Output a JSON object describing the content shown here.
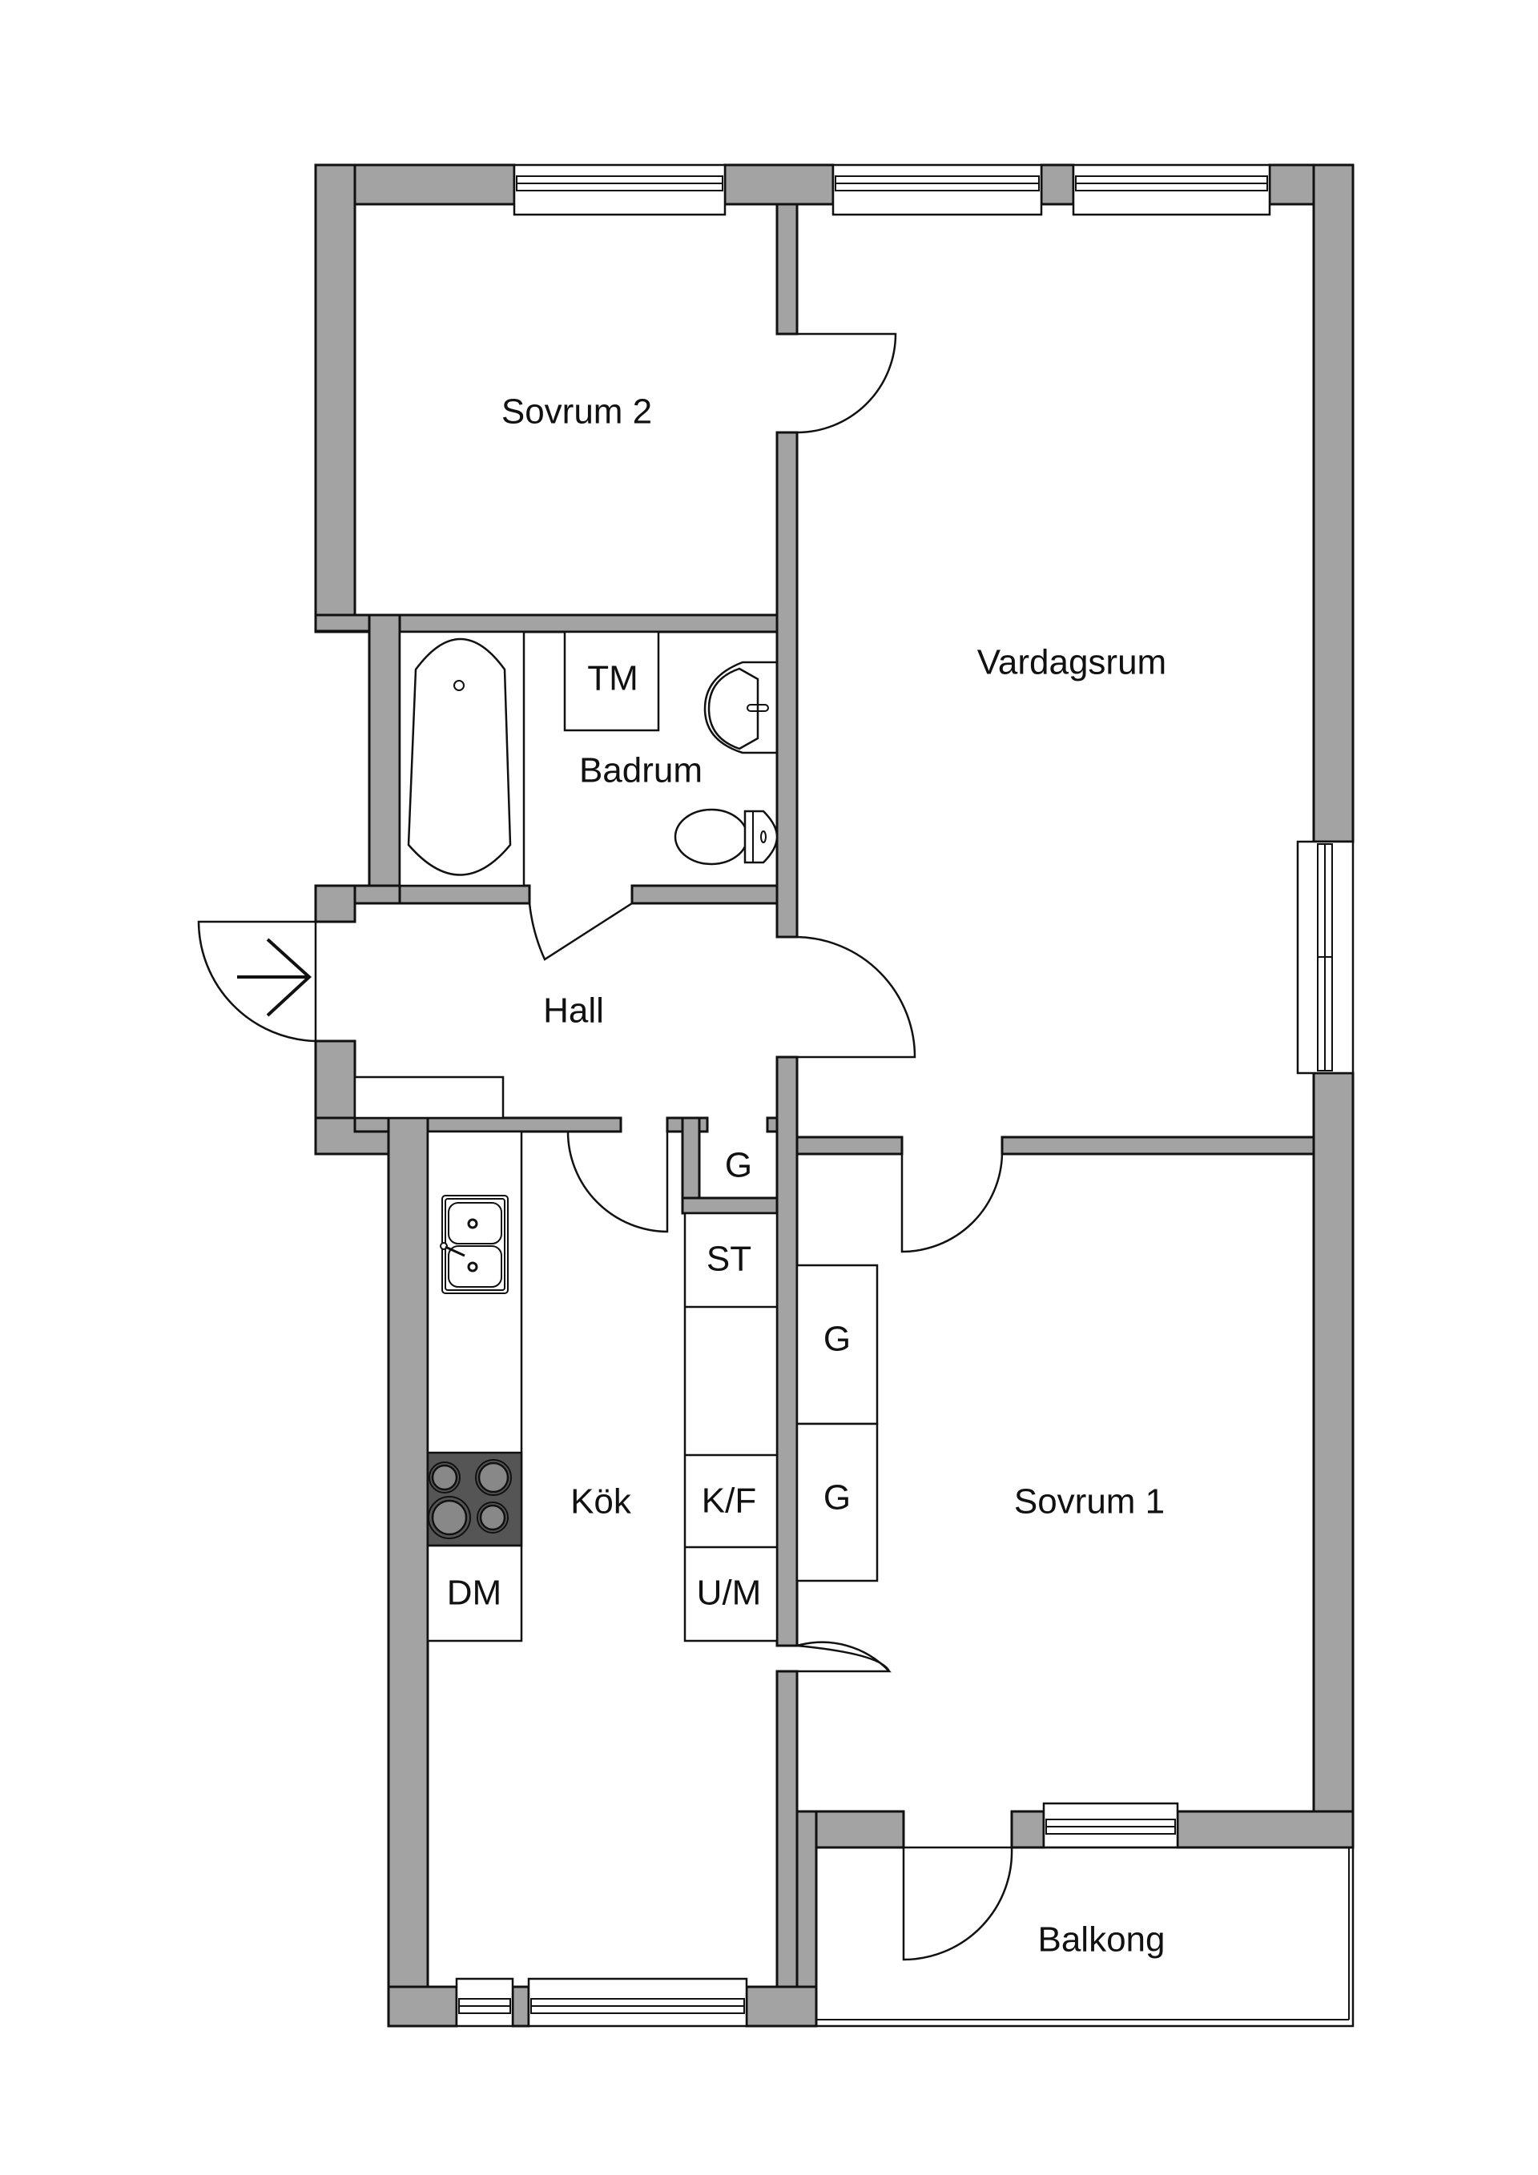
{
  "plan": {
    "type": "apartment floor plan",
    "wall_color": "#a3a3a3",
    "line_color": "#111111",
    "background": "#ffffff"
  },
  "rooms": {
    "sovrum2": "Sovrum 2",
    "vardagsrum": "Vardagsrum",
    "badrum": "Badrum",
    "hall": "Hall",
    "kok": "Kök",
    "sovrum1": "Sovrum 1",
    "balkong": "Balkong"
  },
  "fixtures": {
    "tm": "TM",
    "hall_wardrobe": "G",
    "st": "ST",
    "kf": "K/F",
    "um": "U/M",
    "dm": "DM",
    "wardrobe_1": "G",
    "wardrobe_2": "G"
  },
  "icons": {
    "entrance": "entrance-arrow-icon",
    "bathtub": "bathtub-icon",
    "washbasin": "washbasin-icon",
    "toilet": "toilet-icon",
    "sink": "double-sink-icon",
    "hob": "stove-hob-icon"
  }
}
